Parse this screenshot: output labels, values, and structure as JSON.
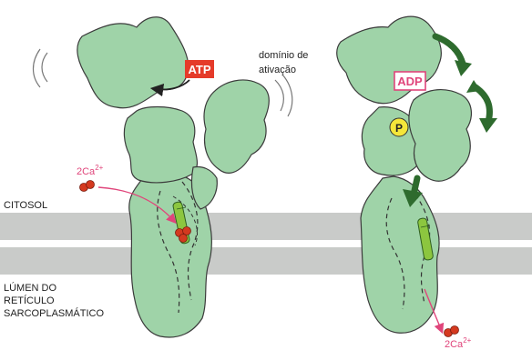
{
  "labels": {
    "atp": "ATP",
    "adp": "ADP",
    "phosphate": "P",
    "activation_domain_line1": "domínio de",
    "activation_domain_line2": "ativação",
    "ca_in": "2Ca",
    "ca_out": "2Ca",
    "charge": "2+",
    "cytosol": "CITOSOL",
    "lumen_line1": "LÚMEN DO",
    "lumen_line2": "RETÍCULO",
    "lumen_line3": "SARCOPLASMÁTICO"
  },
  "colors": {
    "protein_fill": "#9fd3a8",
    "protein_stroke": "#3b3b3b",
    "membrane": "#c9cbc9",
    "atp_badge": "#e53b2a",
    "adp_badge_border": "#e0457b",
    "calcium": "#d4391f",
    "calcium_arrow": "#e0457b",
    "dark_arrow": "#2e6b2e",
    "phosphate_fill": "#f5e63a",
    "helix": "#8cc63f"
  },
  "icons": [
    "vibration-marks-icon",
    "curved-arrow-icon",
    "calcium-ion-icon",
    "phosphate-icon"
  ]
}
